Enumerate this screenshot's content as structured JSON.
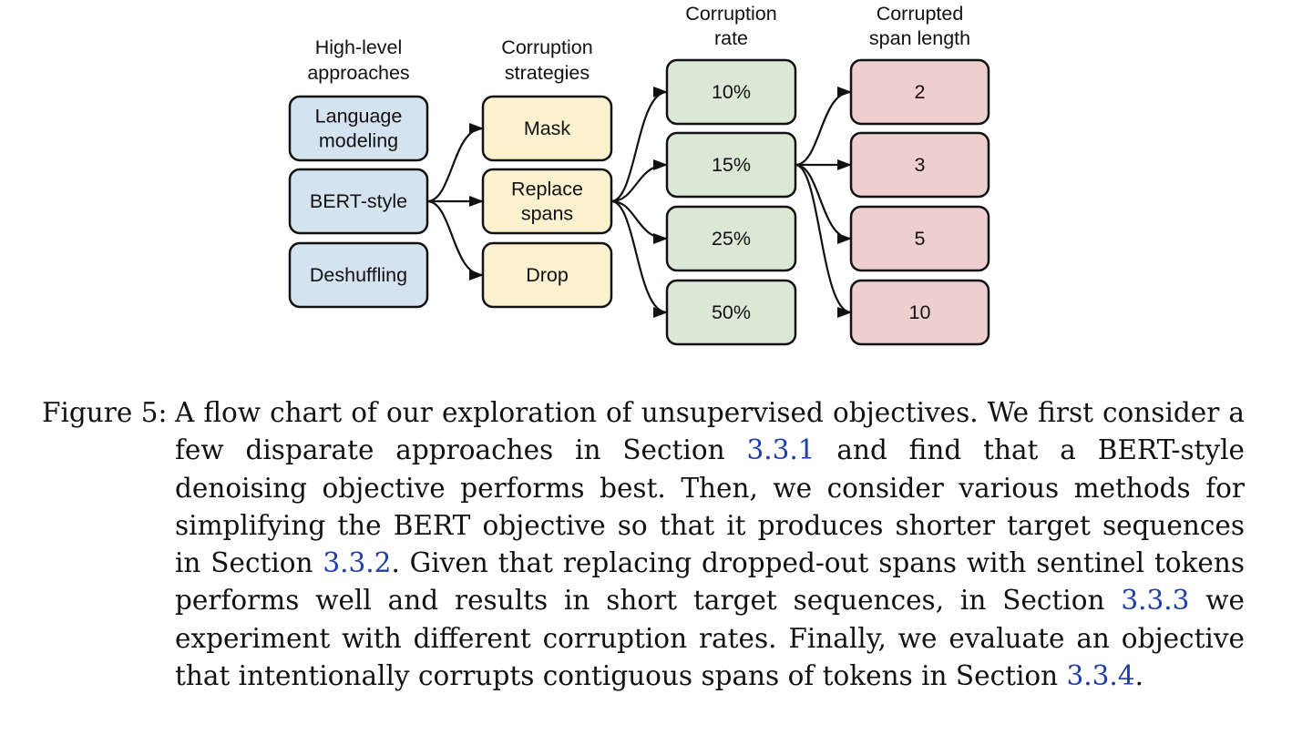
{
  "diagram": {
    "columns": [
      {
        "id": "approaches",
        "header": [
          "High-level",
          "approaches"
        ],
        "color": "#d5e3f1",
        "nodes": [
          {
            "id": "language-modeling",
            "lines": [
              "Language",
              "modeling"
            ]
          },
          {
            "id": "bert-style",
            "lines": [
              "BERT-style"
            ]
          },
          {
            "id": "deshuffling",
            "lines": [
              "Deshuffling"
            ]
          }
        ]
      },
      {
        "id": "strategies",
        "header": [
          "Corruption",
          "strategies"
        ],
        "color": "#fbf1cf",
        "nodes": [
          {
            "id": "mask",
            "lines": [
              "Mask"
            ]
          },
          {
            "id": "replace-spans",
            "lines": [
              "Replace",
              "spans"
            ]
          },
          {
            "id": "drop",
            "lines": [
              "Drop"
            ]
          }
        ]
      },
      {
        "id": "rates",
        "header": [
          "Corruption",
          "rate"
        ],
        "color": "#dce8d6",
        "nodes": [
          {
            "id": "rate-10",
            "lines": [
              "10%"
            ]
          },
          {
            "id": "rate-15",
            "lines": [
              "15%"
            ]
          },
          {
            "id": "rate-25",
            "lines": [
              "25%"
            ]
          },
          {
            "id": "rate-50",
            "lines": [
              "50%"
            ]
          }
        ]
      },
      {
        "id": "lengths",
        "header": [
          "Corrupted",
          "span length"
        ],
        "color": "#efcfce",
        "nodes": [
          {
            "id": "length-2",
            "lines": [
              "2"
            ]
          },
          {
            "id": "length-3",
            "lines": [
              "3"
            ]
          },
          {
            "id": "length-5",
            "lines": [
              "5"
            ]
          },
          {
            "id": "length-10",
            "lines": [
              "10"
            ]
          }
        ]
      }
    ],
    "edges": [
      [
        "bert-style",
        "mask"
      ],
      [
        "bert-style",
        "replace-spans"
      ],
      [
        "bert-style",
        "drop"
      ],
      [
        "replace-spans",
        "rate-10"
      ],
      [
        "replace-spans",
        "rate-15"
      ],
      [
        "replace-spans",
        "rate-25"
      ],
      [
        "replace-spans",
        "rate-50"
      ],
      [
        "rate-15",
        "length-2"
      ],
      [
        "rate-15",
        "length-3"
      ],
      [
        "rate-15",
        "length-5"
      ],
      [
        "rate-15",
        "length-10"
      ]
    ]
  },
  "caption": {
    "label": "Figure 5:",
    "segments": [
      {
        "text": "A flow chart of our exploration of unsupervised objectives. We first consider a few disparate approaches in Section "
      },
      {
        "text": "3.3.1",
        "link": true
      },
      {
        "text": " and find that a BERT-style denoising objective performs best. Then, we consider various methods for simplifying the BERT objective so that it produces shorter target sequences in Section "
      },
      {
        "text": "3.3.2",
        "link": true
      },
      {
        "text": ". Given that replacing dropped-out spans with sentinel tokens performs well and results in short target sequences, in Section "
      },
      {
        "text": "3.3.3",
        "link": true
      },
      {
        "text": " we experiment with different corruption rates. Finally, we evaluate an objective that intentionally corrupts contiguous spans of tokens in Section "
      },
      {
        "text": "3.3.4",
        "link": true
      },
      {
        "text": "."
      }
    ]
  }
}
